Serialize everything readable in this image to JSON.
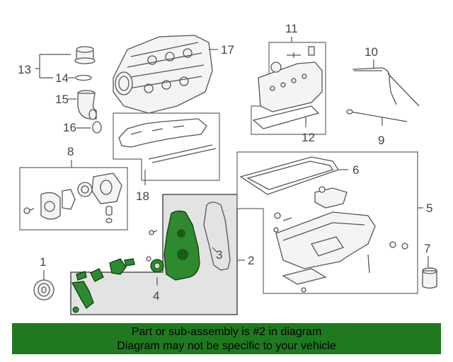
{
  "callouts": {
    "c1": "1",
    "c2": "2",
    "c3": "3",
    "c4": "4",
    "c5": "5",
    "c6": "6",
    "c7": "7",
    "c8": "8",
    "c9": "9",
    "c10": "10",
    "c11": "11",
    "c12": "12",
    "c13": "13",
    "c14": "14",
    "c15": "15",
    "c16": "16",
    "c17": "17",
    "c18": "18"
  },
  "highlight_color": "#2f8a2f",
  "banner": {
    "background": "#1f7a1f",
    "line1": "Part or sub-assembly is #2 in diagram",
    "line2": "Diagram may not be specific to your vehicle"
  }
}
